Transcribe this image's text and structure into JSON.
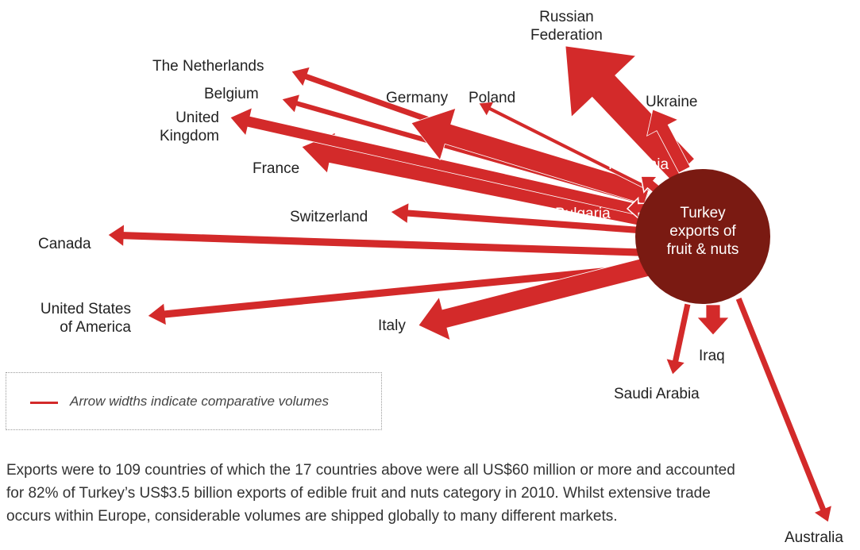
{
  "hub": {
    "label": "Turkey exports of fruit & nuts",
    "color": "#7a1a12"
  },
  "arrow_color": "#d32a2a",
  "countries": [
    {
      "id": "russian-federation",
      "label": "Russian Federation"
    },
    {
      "id": "ukraine",
      "label": "Ukraine"
    },
    {
      "id": "romania",
      "label": "Romania"
    },
    {
      "id": "bulgaria",
      "label": "Bulgaria"
    },
    {
      "id": "poland",
      "label": "Poland"
    },
    {
      "id": "germany",
      "label": "Germany"
    },
    {
      "id": "the-netherlands",
      "label": "The Netherlands"
    },
    {
      "id": "belgium",
      "label": "Belgium"
    },
    {
      "id": "united-kingdom",
      "label": "United Kingdom"
    },
    {
      "id": "france",
      "label": "France"
    },
    {
      "id": "switzerland",
      "label": "Switzerland"
    },
    {
      "id": "canada",
      "label": "Canada"
    },
    {
      "id": "united-states",
      "label": "United States of America"
    },
    {
      "id": "italy",
      "label": "Italy"
    },
    {
      "id": "iraq",
      "label": "Iraq"
    },
    {
      "id": "saudi-arabia",
      "label": "Saudi Arabia"
    },
    {
      "id": "australia",
      "label": "Australia"
    }
  ],
  "legend": {
    "text": "Arrow widths indicate comparative volumes"
  },
  "footnote": "Exports were to 109 countries of which the 17 countries above were all US$60 million or more and accounted for 82% of Turkey’s US$3.5 billion exports of edible fruit and nuts category in 2010. Whilst extensive trade occurs within Europe, considerable volumes are shipped globally to many different markets."
}
